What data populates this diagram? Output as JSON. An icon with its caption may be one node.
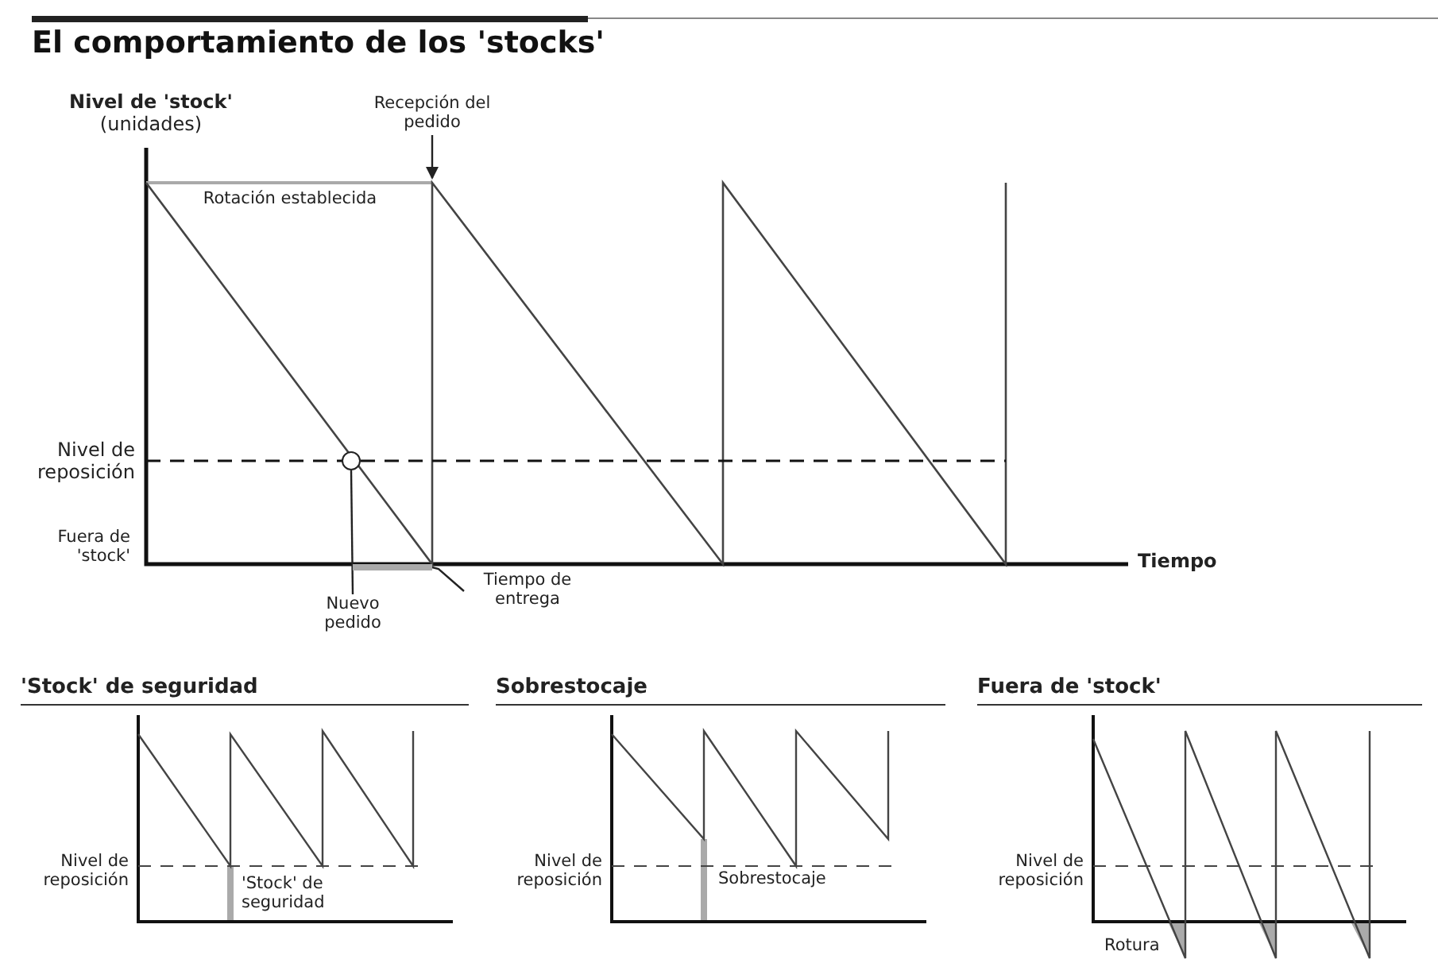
{
  "diagram": {
    "title": "El comportamiento de los 'stocks'",
    "nodes": [
      {
        "text": [
          "Recepción del pedido"
        ]
      },
      {
        "text": [],
        "shape": "circle"
      },
      {
        "text": [
          "Nuevo pedido"
        ]
      },
      {
        "text": [],
        "shape": "bar"
      },
      {
        "text": [
          "Tiempo de entrega"
        ]
      }
    ],
    "edges": [
      {
        "from": 0,
        "to": null,
        "arrow": "to"
      },
      {
        "from": 2,
        "to": 1,
        "arrow": "none"
      },
      {
        "from": 4,
        "to": 3,
        "arrow": "none"
      }
    ],
    "labels": [
      "Nivel de 'stock'",
      "(unidades)",
      "Rotación establecida",
      "Nivel de reposición",
      "Fuera de 'stock'",
      "Tiempo",
      "'Stock' de seguridad",
      "Nivel de reposición",
      "'Stock' de seguridad",
      "Sobrestocaje",
      "Nivel de reposición",
      "Sobrestocaje",
      "Fuera de 'stock'",
      "Nivel de reposición",
      "Rotura"
    ]
  }
}
